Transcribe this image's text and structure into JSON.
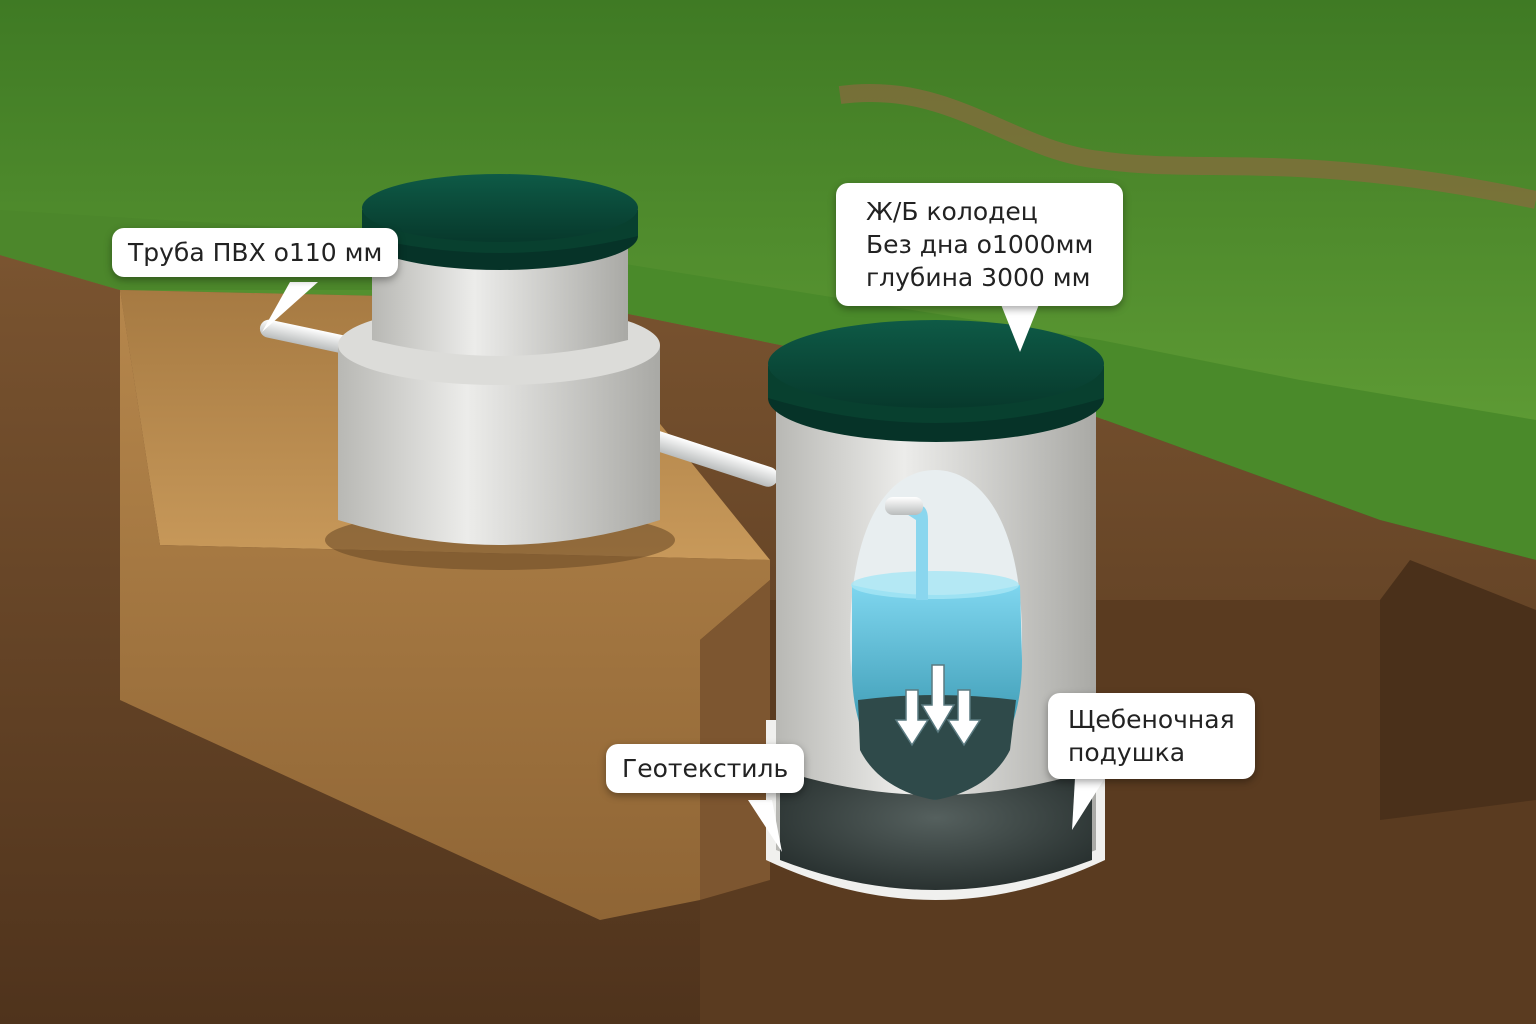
{
  "labels": {
    "pipe": "Труба ПВХ о110 мм",
    "well": [
      "Ж/Б колодец",
      "Без дна о1000мм",
      "глубина 3000 мм"
    ],
    "geotextile": "Геотекстиль",
    "gravel": [
      "Щебеночная",
      "подушка"
    ]
  },
  "colors": {
    "grass": "#4f8a2c",
    "soil": "#6b4727",
    "sand": "#b98a4c",
    "concrete": "#d9d9d6",
    "lid": "#0b4a3a",
    "water": "#3fb3d8",
    "gravel": "#3a4a48"
  }
}
